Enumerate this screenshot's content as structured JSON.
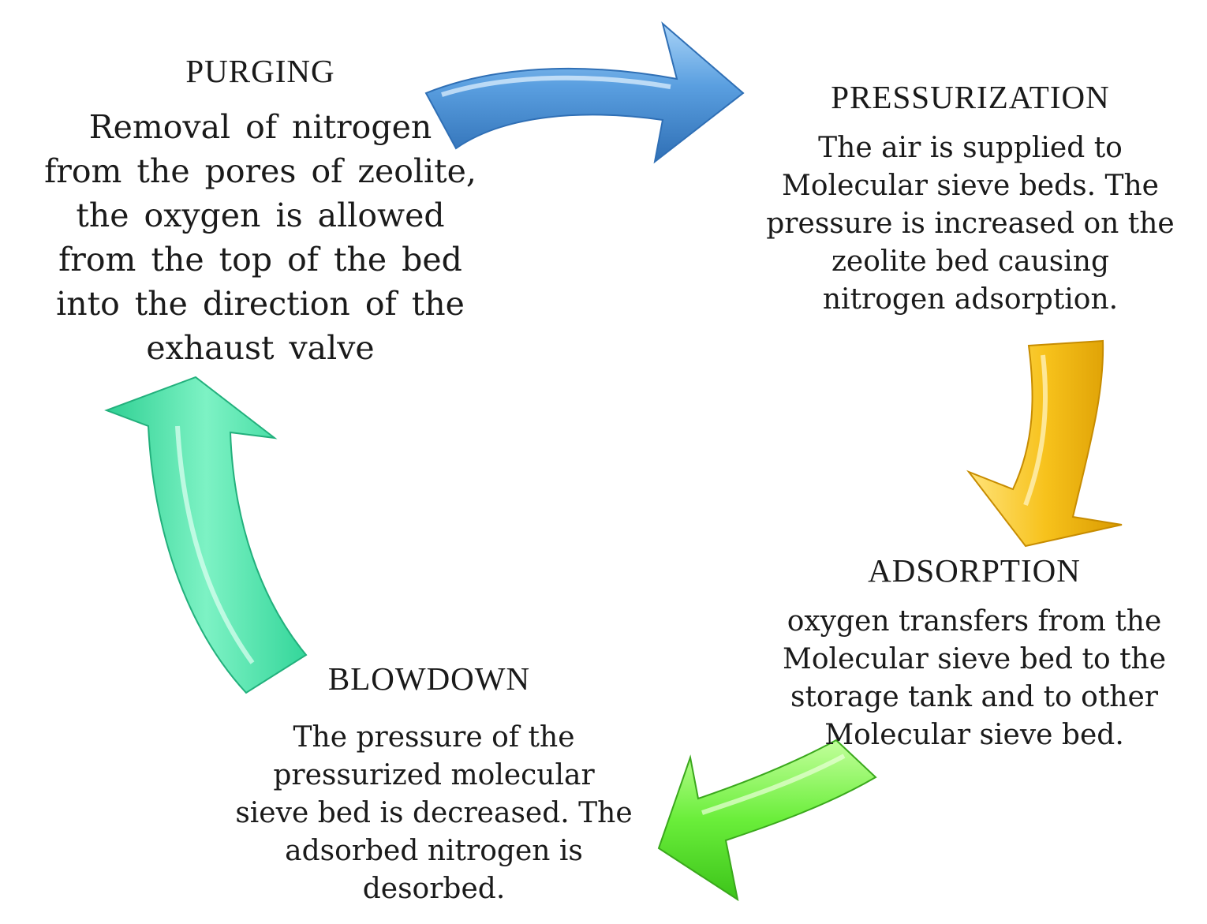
{
  "stages": {
    "purging": {
      "title": "PURGING",
      "lines": [
        "Removal of nitrogen",
        "from the pores of zeolite,",
        "the oxygen is allowed",
        "from the top of the bed",
        "into the direction of the",
        "exhaust valve"
      ]
    },
    "pressurization": {
      "title": "PRESSURIZATION",
      "lines": [
        "The air is supplied to",
        "Molecular sieve beds. The",
        "pressure is increased on the",
        "zeolite bed causing",
        "nitrogen adsorption."
      ]
    },
    "adsorption": {
      "title": "ADSORPTION",
      "lines": [
        "oxygen transfers from the",
        "Molecular sieve bed to the",
        "storage tank and to other",
        "Molecular sieve bed."
      ]
    },
    "blowdown": {
      "title": "BLOWDOWN",
      "lines": [
        "The pressure of the",
        "pressurized molecular",
        "sieve bed is decreased. The",
        "adsorbed nitrogen is",
        "desorbed."
      ]
    }
  },
  "arrows": {
    "purging_to_pressurization": {
      "color": "#4a90d9"
    },
    "pressurization_to_adsorption": {
      "color": "#f2b705"
    },
    "adsorption_to_blowdown": {
      "color": "#5ee63a"
    },
    "blowdown_to_purging": {
      "color": "#3ee0a0"
    }
  }
}
